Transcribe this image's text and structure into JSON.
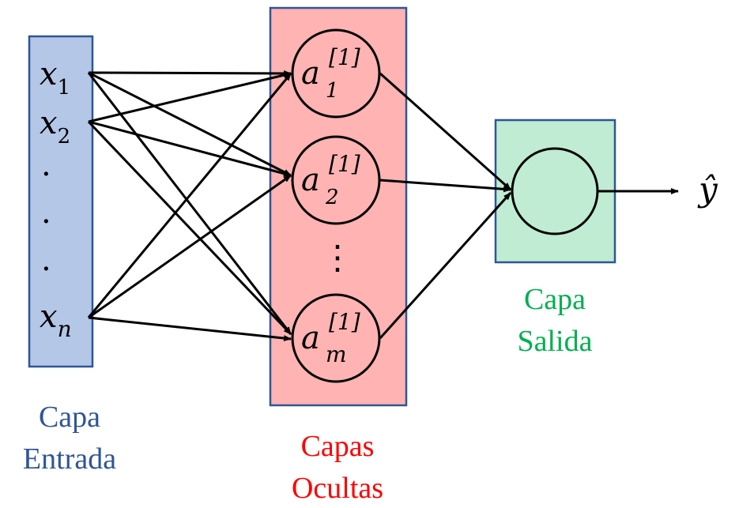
{
  "input_layer": {
    "caption_line1": "Capa",
    "caption_line2": "Entrada",
    "nodes": [
      "x",
      "x",
      "x"
    ],
    "subscripts": [
      "1",
      "2",
      "n"
    ],
    "ellipsis_dots": [
      ".",
      ".",
      "."
    ]
  },
  "hidden_layer": {
    "caption_line1": "Capas",
    "caption_line2": "Ocultas",
    "node_base": "a",
    "superscript": "[1]",
    "subscripts": [
      "1",
      "2",
      "m"
    ],
    "vertical_ellipsis": "⋮"
  },
  "output_layer": {
    "caption_line1": "Capa",
    "caption_line2": "Salida",
    "output_label": "ŷ"
  },
  "colors": {
    "input_fill": "#b4c7e7",
    "hidden_fill": "#ffb3b3",
    "output_fill": "#bfecd2",
    "box_stroke": "#2f5597",
    "input_caption": "#2f5597",
    "hidden_caption": "#ff0000",
    "output_caption": "#00b050"
  }
}
